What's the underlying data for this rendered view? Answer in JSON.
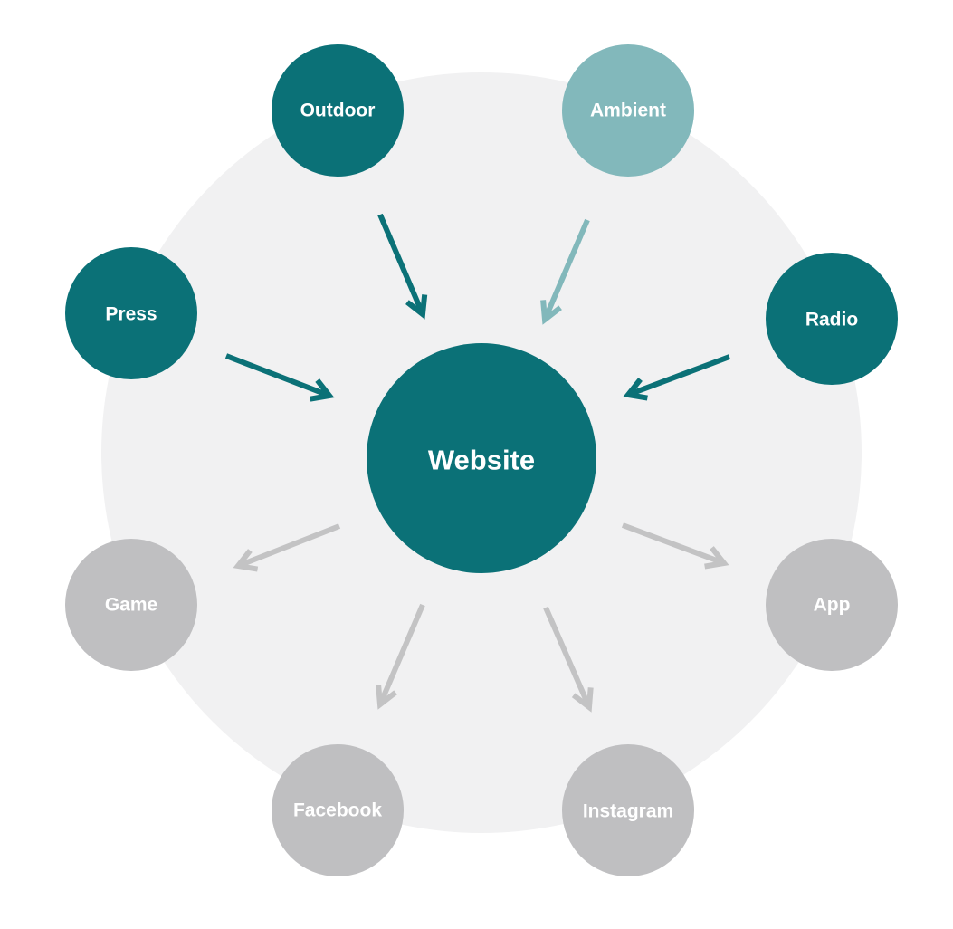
{
  "colors": {
    "background_disc": "#f1f1f2",
    "primary": "#0b7177",
    "primary_light": "#82b8bb",
    "muted": "#bfbfc1",
    "arrow_muted": "#c3c3c4",
    "label": "#ffffff"
  },
  "center": {
    "label": "Website",
    "color": "#0b7177"
  },
  "nodes": [
    {
      "id": "outdoor",
      "label": "Outdoor",
      "color": "#0b7177",
      "direction": "in"
    },
    {
      "id": "ambient",
      "label": "Ambient",
      "color": "#82b8bb",
      "direction": "in"
    },
    {
      "id": "press",
      "label": "Press",
      "color": "#0b7177",
      "direction": "in"
    },
    {
      "id": "radio",
      "label": "Radio",
      "color": "#0b7177",
      "direction": "in"
    },
    {
      "id": "game",
      "label": "Game",
      "color": "#bfbfc1",
      "direction": "out"
    },
    {
      "id": "app",
      "label": "App",
      "color": "#bfbfc1",
      "direction": "out"
    },
    {
      "id": "facebook",
      "label": "Facebook",
      "color": "#bfbfc1",
      "direction": "out"
    },
    {
      "id": "instagram",
      "label": "Instagram",
      "color": "#bfbfc1",
      "direction": "out"
    }
  ]
}
